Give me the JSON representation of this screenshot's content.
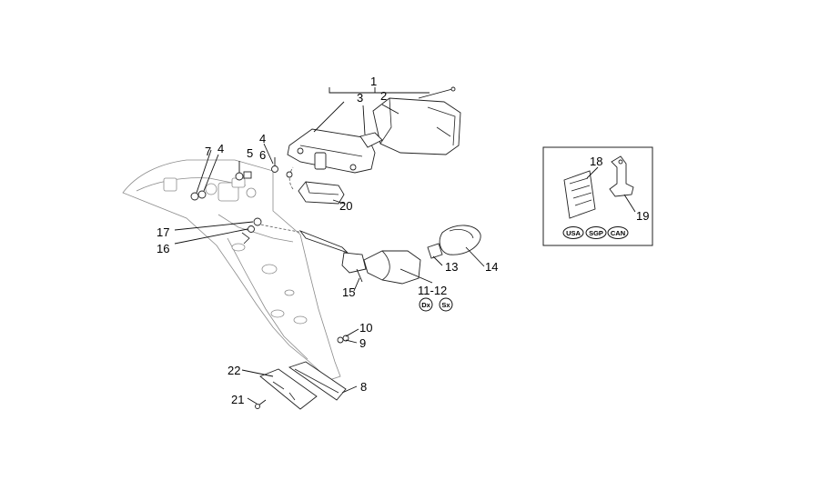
{
  "callouts": {
    "c1": "1",
    "c2": "2",
    "c3": "3",
    "c4a": "4",
    "c4b": "4",
    "c5": "5",
    "c6": "6",
    "c7": "7",
    "c8": "8",
    "c9": "9",
    "c10": "10",
    "c11_12": "11-12",
    "c13": "13",
    "c14": "14",
    "c15": "15",
    "c16": "16",
    "c17": "17",
    "c18": "18",
    "c19": "19",
    "c20": "20",
    "c21": "21",
    "c22": "22"
  },
  "side_badges": {
    "right": "Dx",
    "left": "Sx"
  },
  "market_badges": [
    "USA",
    "SGP",
    "CAN"
  ]
}
